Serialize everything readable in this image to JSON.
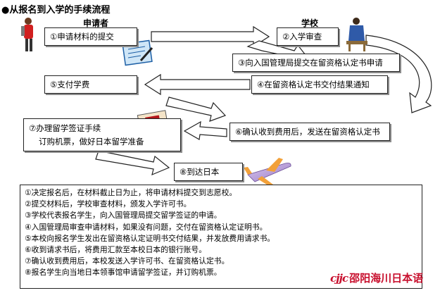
{
  "title": "●从报名到入学的手续流程",
  "columns": {
    "applicant": "申请者",
    "school": "学校"
  },
  "steps": {
    "s1": "①申请材料的提交",
    "s2": "②入学审查",
    "s3": "③向入国管理局提交在留资格认定书申请",
    "s4": "④在留资格认定书交付结果通知",
    "s5": "⑤支付学费",
    "s6": "⑥确认收到费用后，发送在留资格认定书",
    "s7_line1": "⑦办理留学签证手续",
    "s7_line2": "订购机票，做好日本留学准备",
    "s8": "⑧到达日本"
  },
  "notes": [
    "①决定报名后，在材料截止日为止，将申请材料提交到志愿校。",
    "②提交材料后，学校审查材料，颁发入学许可书。",
    "③学校代表报名学生，向入国管理局提交留学签证的申请。",
    "④入国管理局审查申请材料，如果没有问题，交付在留资格认定证明书。",
    "⑤本校向报名学生发出在留资格认定证明书交付结果，并发放费用请求书。",
    "⑥收到请求书后，将费用汇款至本校日本的银行账号。",
    "⑦确认收到费用后，本校发送入学许可书、在留资格认定书。",
    "⑧报名学生向当地日本领事馆申请留学签证，并订购机票。"
  ],
  "logo": {
    "mark": "cjjc",
    "text": "邵阳海川日本语"
  }
}
